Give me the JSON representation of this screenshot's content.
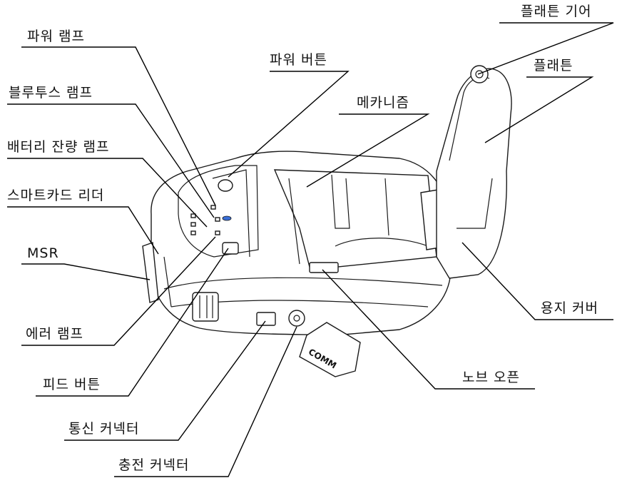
{
  "labels": {
    "power_lamp": "파워 램프",
    "power_button": "파워 버튼",
    "bluetooth_lamp": "블루투스 램프",
    "battery_lamp": "배터리 잔량 램프",
    "smartcard_reader": "스마트카드 리더",
    "msr": "MSR",
    "error_lamp": "에러 램프",
    "feed_button": "피드 버튼",
    "comm_connector": "통신 커넥터",
    "charge_connector": "충전 커넥터",
    "knob_open": "노브 오픈",
    "paper_cover": "용지 커버",
    "platen_gear": "플래튼 기어",
    "platen": "플래튼",
    "mechanism": "메카니즘"
  },
  "device": {
    "comm_tag": "COMM"
  }
}
